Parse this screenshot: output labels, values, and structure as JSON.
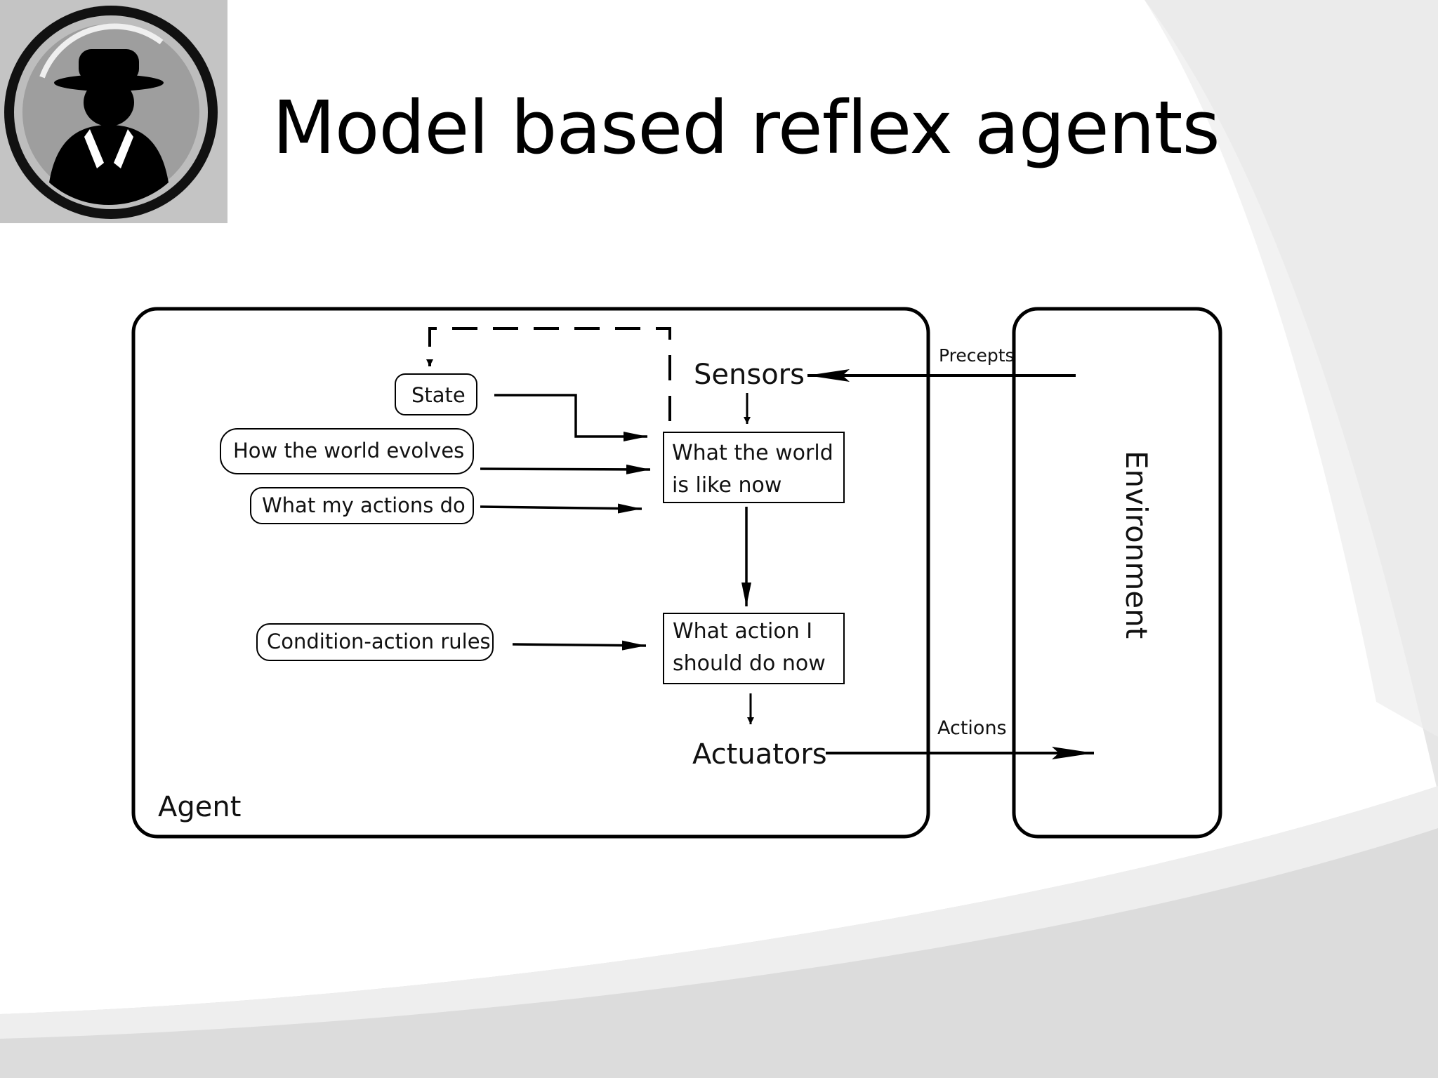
{
  "slide": {
    "title": "Model based reflex agents"
  },
  "logo": {
    "icon": "spy-icon"
  },
  "diagram": {
    "agent_label": "Agent",
    "environment_label": "Environment",
    "sensors": "Sensors",
    "actuators": "Actuators",
    "precepts": "Precepts",
    "actions": "Actions",
    "state": "State",
    "world_evolves": "How the world evolves",
    "actions_do": "What my actions do",
    "rules": "Condition-action rules",
    "world_now_line1": "What the world",
    "world_now_line2": "is like now",
    "action_now_line1": "What action I",
    "action_now_line2": "should do now"
  }
}
